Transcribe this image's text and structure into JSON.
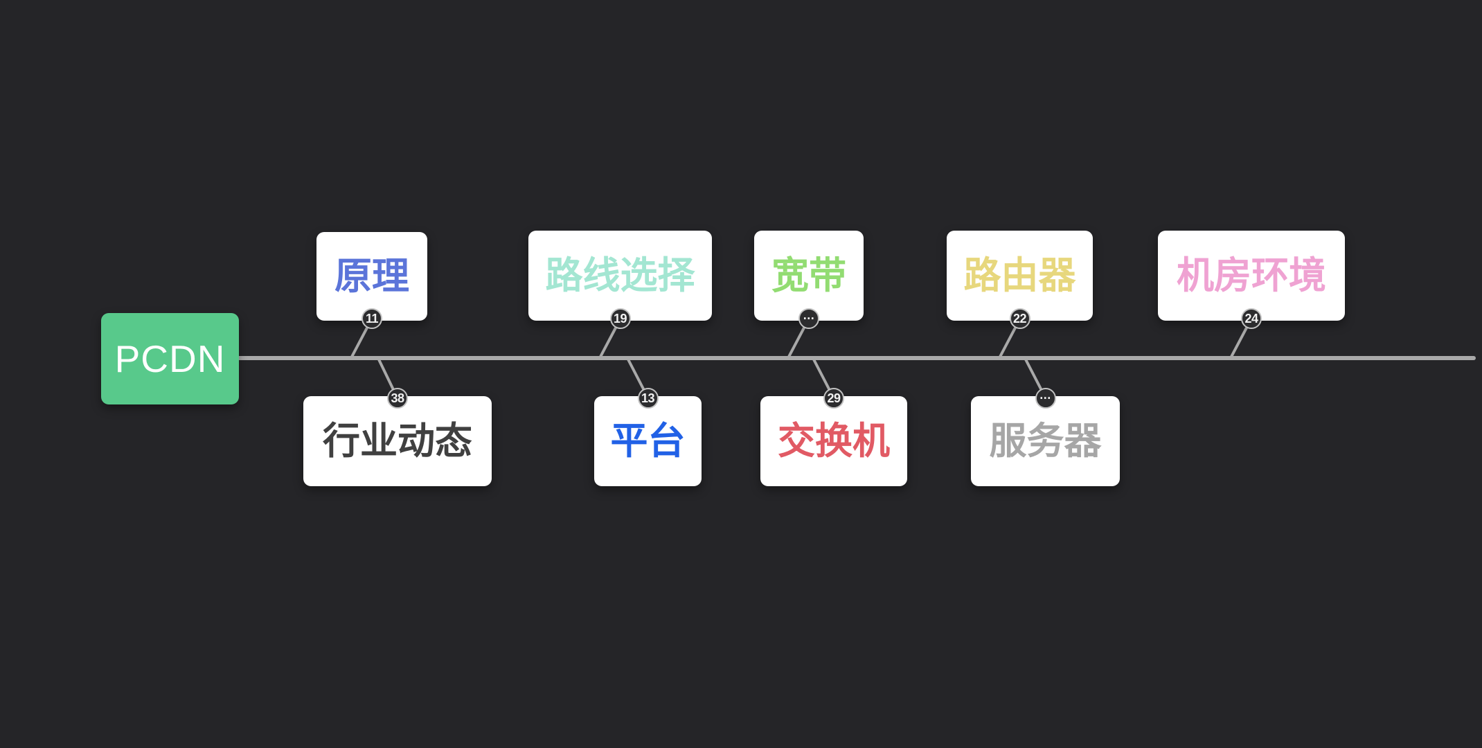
{
  "canvas": {
    "background": "#252528",
    "line_color": "#a9a9a9",
    "node_background": "#ffffff",
    "badge": {
      "background": "#2c2c2e",
      "border_color": "#c2c2c2",
      "text_color": "#f2f2f2"
    }
  },
  "root": {
    "label": "PCDN",
    "background": "#58c98b",
    "text_color": "#ffffff"
  },
  "branches": [
    {
      "label": "原理",
      "count": "11",
      "side": "top",
      "text_color": "#5b74d9"
    },
    {
      "label": "行业动态",
      "count": "38",
      "side": "bottom",
      "text_color": "#404040"
    },
    {
      "label": "路线选择",
      "count": "19",
      "side": "top",
      "text_color": "#a3e6d2"
    },
    {
      "label": "平台",
      "count": "13",
      "side": "bottom",
      "text_color": "#2161e6"
    },
    {
      "label": "宽带",
      "count": "···",
      "side": "top",
      "text_color": "#92dc72"
    },
    {
      "label": "交换机",
      "count": "29",
      "side": "bottom",
      "text_color": "#e15a64"
    },
    {
      "label": "路由器",
      "count": "22",
      "side": "top",
      "text_color": "#e7d77d"
    },
    {
      "label": "服务器",
      "count": "···",
      "side": "bottom",
      "text_color": "#a6a6a6"
    },
    {
      "label": "机房环境",
      "count": "24",
      "side": "top",
      "text_color": "#efa2d2"
    }
  ]
}
